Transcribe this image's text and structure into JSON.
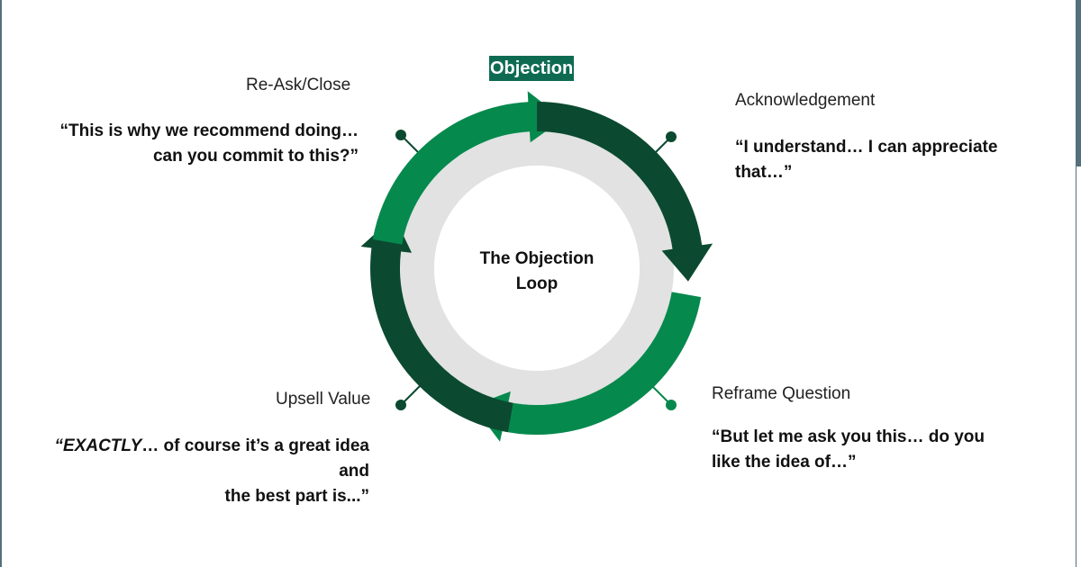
{
  "diagram": {
    "center_title": [
      "The Objection",
      "Loop"
    ],
    "top_label": "Objection",
    "colors": {
      "light_green": "#06894d",
      "dark_green": "#0b4a30",
      "inner_ring": "#e2e2e2",
      "badge": "#0e6b52"
    },
    "stages": [
      {
        "id": "re-ask-close",
        "label": "Re-Ask/Close",
        "quote_lines": [
          "“This is why we recommend doing…",
          "can you commit to this?”"
        ]
      },
      {
        "id": "acknowledgement",
        "label": "Acknowledgement",
        "quote_lines": [
          "“I understand… I can appreciate",
          "that…”"
        ]
      },
      {
        "id": "reframe-question",
        "label": "Reframe Question",
        "quote_lines": [
          "“But let me ask you this… do you",
          "like the idea of…”"
        ]
      },
      {
        "id": "upsell-value",
        "label": "Upsell Value",
        "quote_emphasis": "“EXACTLY",
        "quote_line1_rest": "… of course it’s a great idea and",
        "quote_line2": "the best part is...”"
      }
    ]
  }
}
